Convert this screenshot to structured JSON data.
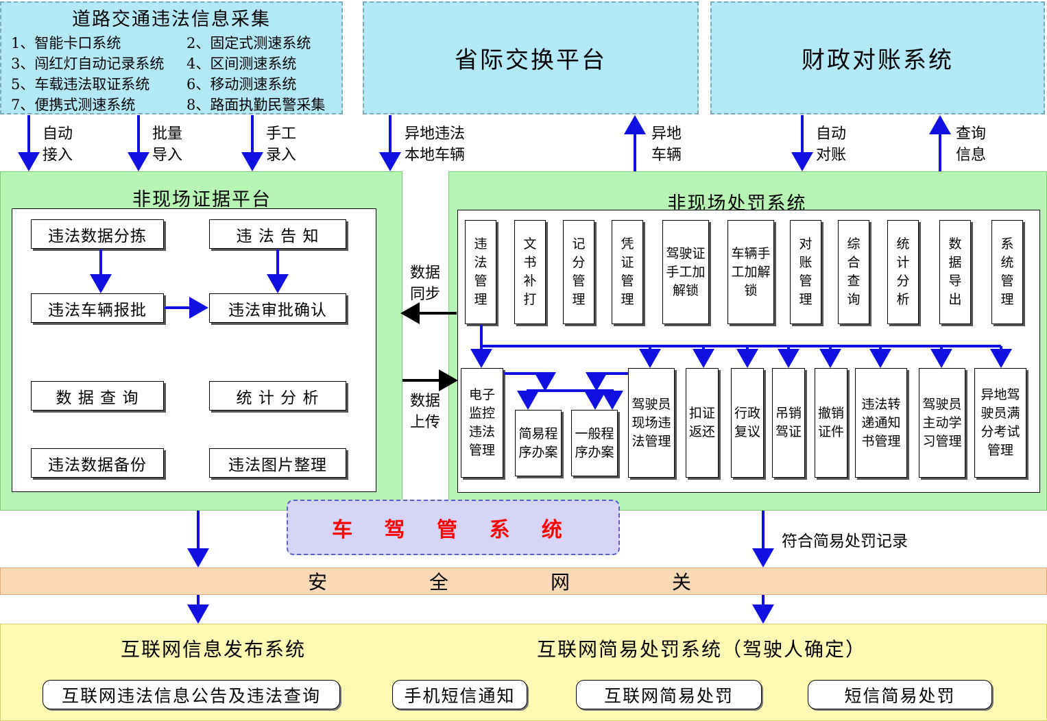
{
  "collection": {
    "title": "道路交通违法信息采集",
    "items": [
      "1、智能卡口系统",
      "2、固定式测速系统",
      "3、闯红灯自动记录系统",
      "4、区间测速系统",
      "5、车载违法取证系统",
      "6、移动测速系统",
      "7、便携式测速系统",
      "8、路面执勤民警采集"
    ]
  },
  "exchange": {
    "title": "省际交换平台"
  },
  "finance": {
    "title": "财政对账系统"
  },
  "arrow_labels": {
    "auto_access": "自动接入",
    "batch_import": "批量导入",
    "manual_entry": "手工录入",
    "remote_local": "异地违法本地车辆",
    "remote_vehicle": "异地车辆",
    "auto_reconcile": "自动对账",
    "query_info": "查询信息",
    "data_sync": "数据同步",
    "data_upload": "数据上传",
    "simple_record": "符合简易处罚记录"
  },
  "evidence": {
    "title": "非现场证据平台",
    "boxes": [
      "违法数据分拣",
      "违 法 告 知",
      "违法车辆报批",
      "违法审批确认",
      "数 据 查 询",
      "统 计 分 析",
      "违法数据备份",
      "违法图片整理"
    ]
  },
  "penalty": {
    "title": "非现场处罚系统",
    "top": [
      "违法管理",
      "文书补打",
      "记分管理",
      "凭证管理",
      "驾驶证手工加解锁",
      "车辆手工加解锁",
      "对账管理",
      "综合查询",
      "统计分析",
      "数据导出",
      "系统管理"
    ],
    "bottom": [
      "电子监控违法管理",
      "简易程序办案",
      "一般程序办案",
      "驾驶员现场违法管理",
      "扣证返还",
      "行政复议",
      "吊销驾证",
      "撤销证件",
      "违法转递通知书管理",
      "驾驶员主动学习管理",
      "异地驾驶员满分考试管理"
    ]
  },
  "driver_system": {
    "title": "车 驾 管 系 统",
    "color": "#ff0000"
  },
  "gateway": {
    "title": "安 全 网 关"
  },
  "internet": {
    "info_title": "互联网信息发布系统",
    "simple_title": "互联网简易处罚系统（驾驶人确定）",
    "pills": [
      "互联网违法信息公告及违法查询",
      "手机短信通知",
      "互联网简易处罚",
      "短信简易处罚"
    ]
  },
  "colors": {
    "arrow": "#1010e0",
    "cyan": "#b3e8f7",
    "green": "#b6f5b3",
    "orange": "#fbd8b6",
    "yellow": "#fff9b3",
    "lavender": "#d6d4f7"
  }
}
